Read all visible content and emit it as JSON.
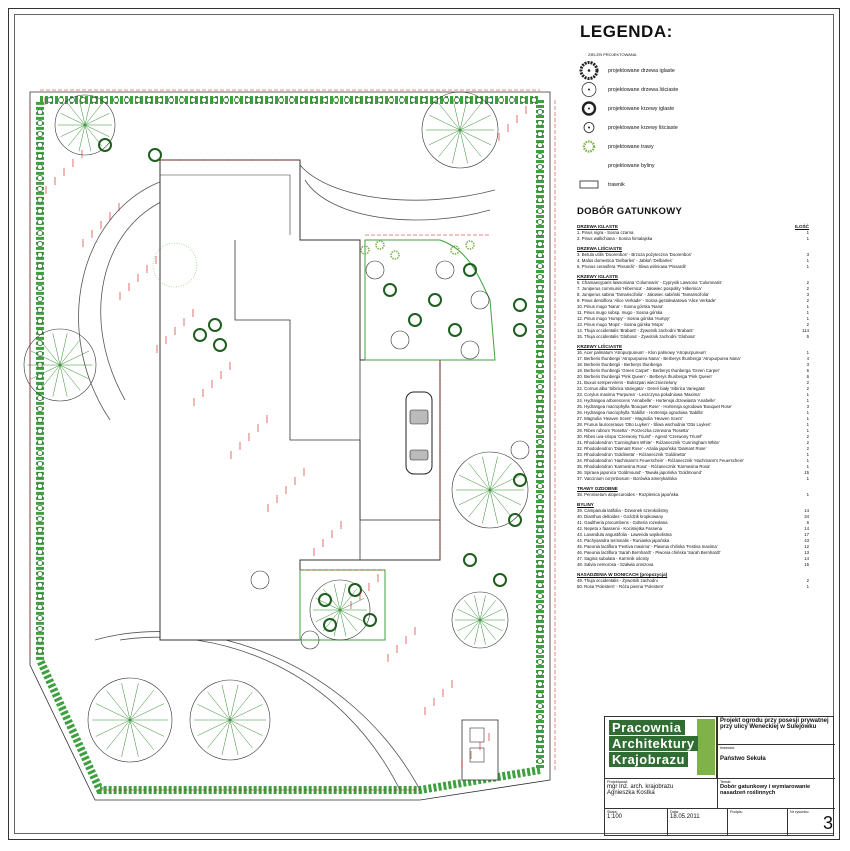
{
  "legend": {
    "title": "LEGENDA:",
    "subtitle": "ZIELEŃ PROJEKTOWANA",
    "items": [
      {
        "icon": "conifer-tree-symbol",
        "label": "projektowane drzewa iglaste"
      },
      {
        "icon": "deciduous-tree-symbol",
        "label": "projektowane drzewa liściaste"
      },
      {
        "icon": "conifer-shrub-symbol",
        "label": "projektowane krzewy iglaste"
      },
      {
        "icon": "deciduous-shrub-symbol",
        "label": "projektowane krzewy liściaste"
      },
      {
        "icon": "grass-symbol",
        "label": "projektowane trawy"
      },
      {
        "icon": "perennial-symbol",
        "label": "projektowane byliny"
      },
      {
        "icon": "lawn-symbol",
        "label": "trawnik"
      }
    ]
  },
  "species_list": {
    "title": "DOBÓR GATUNKOWY",
    "qty_header": "ILOŚĆ",
    "groups": [
      {
        "name": "DRZEWA IGLASTE",
        "rows": [
          {
            "text": "1. Pinus nigra - Sosna czarna",
            "qty": "1"
          },
          {
            "text": "2. Pinus wallichiana - Sosna himalajska",
            "qty": "1"
          }
        ]
      },
      {
        "name": "DRZEWA LIŚCIASTE",
        "rows": [
          {
            "text": "3. Betula utilis 'Doorenbos' - Brzoza pożyteczna 'Doorenbos'",
            "qty": "3"
          },
          {
            "text": "4. Malus domestica 'Delbarles' - Jabłoń 'Delbarles'",
            "qty": "1"
          },
          {
            "text": "5. Prunus cerasifera 'Pissardii' - Śliwa wiśniowa 'Pissardii'",
            "qty": "1"
          }
        ]
      },
      {
        "name": "KRZEWY IGLASTE",
        "rows": [
          {
            "text": "6. Chamaecyparis lawsoniana 'Columnaris' - Cyprysik Lawsona 'Columnaris'",
            "qty": "2"
          },
          {
            "text": "7. Juniperus communis 'Hibernica' - Jałowiec pospolity 'Hibernica'",
            "qty": "2"
          },
          {
            "text": "8. Juniperus sabina 'Tamariscifolia' - Jałowiec sabiński 'Tamariscifolia'",
            "qty": "3"
          },
          {
            "text": "9. Pinus densiflora 'Alice Verkade' - Sosna gęstokwiatowa 'Alice Verkade'",
            "qty": "2"
          },
          {
            "text": "10. Pinus mugo 'Nana' - Sosna górska 'Nana'",
            "qty": "1"
          },
          {
            "text": "11. Pinus mugo subsp. mugo - Sosna górska",
            "qty": "1"
          },
          {
            "text": "12. Pinus mugo 'Humpy' - Sosna górska 'Humpy'",
            "qty": "1"
          },
          {
            "text": "13. Pinus mugo 'Mops' - Sosna górska 'Mops'",
            "qty": "2"
          },
          {
            "text": "14. Thuja occidentalis 'Brabant' - Żywotnik zachodni 'Brabant'",
            "qty": "114"
          },
          {
            "text": "15. Thuja occidentalis 'Globosa' - Żywotnik zachodni 'Globosa'",
            "qty": "5"
          }
        ]
      },
      {
        "name": "KRZEWY LIŚCIASTE",
        "rows": [
          {
            "text": "16. Acer palmatum 'Atropurpureum' - Klon palmowy 'Atropurpureum'",
            "qty": "1"
          },
          {
            "text": "17. Berberis thunbergii 'Atropurpurea Nana' - Berberys thunberga 'Atropurpurea Nana'",
            "qty": "4"
          },
          {
            "text": "18. Berberis thunbergii - Berberys thunberga",
            "qty": "3"
          },
          {
            "text": "19. Berberis thunbergii 'Green Carpet' - Berberys thunberga 'Green Carpet'",
            "qty": "6"
          },
          {
            "text": "20. Berberis thunbergii 'Pink Queen' - Berberys thunberga 'Pink Queen'",
            "qty": "6"
          },
          {
            "text": "21. Buxus sempervirens - Bukszpan wieczniezielony",
            "qty": "2"
          },
          {
            "text": "22. Cornus alba 'Sibirica Variegata' - Dereń biały 'Sibirica Variegata'",
            "qty": "2"
          },
          {
            "text": "23. Corylus maxima 'Purpurea' - Leszczyna południowa 'Maxima'",
            "qty": "1"
          },
          {
            "text": "24. Hydrangea arborescens 'Annabelle' - Hortensja drzewiasta 'Anabelle'",
            "qty": "1"
          },
          {
            "text": "25. Hydrangea macrophylla 'Bouquet Rose' - Hortensja ogrodowa 'Bouquet Rose'",
            "qty": "3"
          },
          {
            "text": "26. Hydrangea macrophylla 'Sabilla' - Hortensja ogrodowa 'Sabilla'",
            "qty": "1"
          },
          {
            "text": "27. Magnolia 'Heaven Scent' - Magnolia 'Heaven Scent'",
            "qty": "1"
          },
          {
            "text": "28. Prunus laurocerasus 'Otto Luyken' - Śliwa wschodnia 'Otto Luyken'",
            "qty": "1"
          },
          {
            "text": "29. Ribes rubrum 'Rosetta' - Porzeczka czerwona 'Rosetta'",
            "qty": "1"
          },
          {
            "text": "30. Ribes uva-crispa 'Czerwony Triumf' - Agrest 'Czerwony Triumf'",
            "qty": "2"
          },
          {
            "text": "31. Rhododendron 'Cunningham White' - Różanecznik 'Cunningham White'",
            "qty": "2"
          },
          {
            "text": "32. Rhododendron 'Diamant Rose' - Azalia japońska 'Diamant Rose'",
            "qty": "2"
          },
          {
            "text": "33. Rhododendron 'Goldinetta' - Różanecznik 'Goldinetta'",
            "qty": "1"
          },
          {
            "text": "34. Rhododendron 'Hachmann's Feuerschein' - Różanecznik 'Hachmann's Feuerschein'",
            "qty": "1"
          },
          {
            "text": "35. Rhododendron 'Karmesina Rosa' - Różanecznik 'Karmesina Rosa'",
            "qty": "1"
          },
          {
            "text": "36. Spiraea japonica 'Goldmound' - Tawuła japońska 'Goldmound'",
            "qty": "15"
          },
          {
            "text": "37. Vaccinium corymbosum - Borówka amerykańska",
            "qty": "1"
          }
        ]
      },
      {
        "name": "TRAWY OZDOBNE",
        "rows": [
          {
            "text": "38. Pennisetum alopecuroides - Rozplenica japońska",
            "qty": "1"
          }
        ]
      },
      {
        "name": "BYLINY",
        "rows": [
          {
            "text": "39. Campanula latifolia - Dzwonek szerokolistny",
            "qty": "14"
          },
          {
            "text": "40. Dianthus deltoides - Goździk kropkowany",
            "qty": "34"
          },
          {
            "text": "41. Gaultheria procumbens - Golteria rozesłana",
            "qty": "6"
          },
          {
            "text": "42. Nepeta x faassenii - Kocimiętka Fassena",
            "qty": "14"
          },
          {
            "text": "43. Lavandula angustifolia - Lawenda wąskolistna",
            "qty": "17"
          },
          {
            "text": "44. Pachysandra terminalis - Runianka japońska",
            "qty": "43"
          },
          {
            "text": "45. Paeonia lactiflora 'Festiva maxima' - Piwonia chińska 'Festiva maxima'",
            "qty": "12"
          },
          {
            "text": "46. Paeonia lactiflora 'Sarah Bernhardt' - Piwonia chińska 'Sarah Bernhardt'",
            "qty": "13"
          },
          {
            "text": "47. Sagina subulata - Karmnik ościsty",
            "qty": "14"
          },
          {
            "text": "48. Salvia nemorosa - Szałwia omszona",
            "qty": "15"
          }
        ]
      },
      {
        "name": "NASADZENIA W DONICACH (propozycja)",
        "rows": [
          {
            "text": "49. Thuja occidentalis - Żywotnik zachodni",
            "qty": "2"
          },
          {
            "text": "50. Rosa 'Polestern' - Róża pienna 'Polestern'",
            "qty": "1"
          }
        ]
      }
    ]
  },
  "title_block": {
    "logo_line1": "Pracownia",
    "logo_line2": "Architektury",
    "logo_line3": "Krajobrazu",
    "project_title": "Projekt ogrodu przy posesji prywatnej przy ulicy Weneckiej w Sulejówku",
    "investor_label": "Inwestor:",
    "investor": "Państwo Sekuła",
    "designer_label": "Projektował:",
    "designer_line1": "mgr Inż. arch. krajobrazu",
    "designer_line2": "Agnieszka Kostka",
    "theme_label": "Temat:",
    "theme": "Dobór gatunkowy i wymiarowanie nasadzeń roślinnych",
    "scale_label": "Skala:",
    "scale": "1:100",
    "date_label": "Data:",
    "date": "18.05.2011",
    "signature_label": "Podpis:",
    "drawing_no_label": "Nr rysunku:",
    "drawing_no": "3"
  },
  "colors": {
    "plant_green": "#2e8b2e",
    "hedge_green": "#3fa03f",
    "dimension_red": "#d01010",
    "logo_green": "#2f6d33",
    "light_green": "#7fb34a"
  }
}
